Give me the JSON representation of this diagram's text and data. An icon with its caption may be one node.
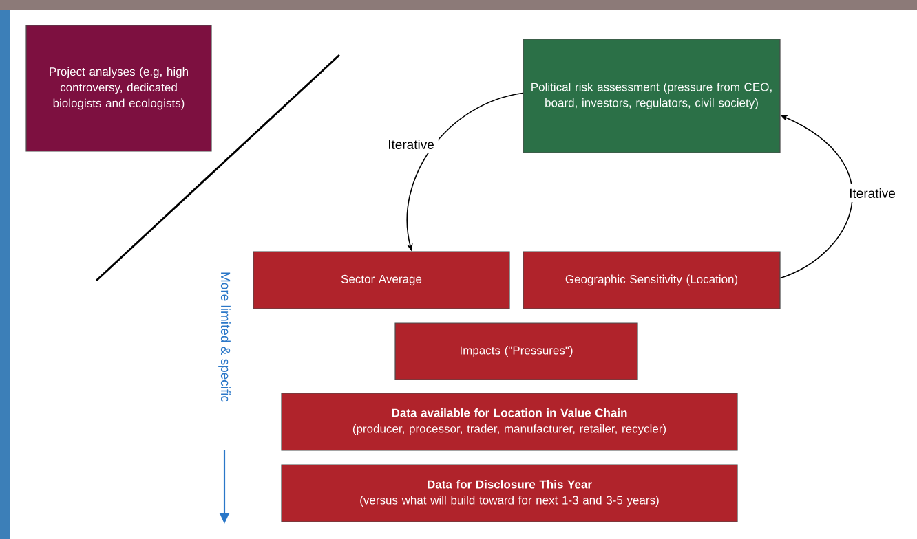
{
  "diagram": {
    "nodes": [
      {
        "text": [
          "Project analyses (e.g, high controversy, dedicated biologists and ecologists)"
        ]
      },
      {
        "text": [
          "Political risk assessment (pressure from CEO, board, investors, regulators, civil society)"
        ]
      },
      {
        "text": [
          "Sector Average"
        ]
      },
      {
        "text": [
          "Geographic Sensitivity (Location)"
        ]
      },
      {
        "text": [
          "Impacts (\"Pressures\")"
        ]
      },
      {
        "text": [
          "Data available for Location in Value Chain",
          "(producer, processor, trader, manufacturer, retailer, recycler)"
        ]
      },
      {
        "text": [
          "Data for Disclosure This Year",
          "(versus what will build toward for next 1-3 and 3-5 years)"
        ]
      }
    ],
    "edges": [
      {
        "from": 1,
        "to": 2,
        "arrow": "to",
        "label": "Iterative"
      },
      {
        "from": 3,
        "to": 1,
        "arrow": "to",
        "label": "Iterative"
      }
    ],
    "labels": [
      "More limited & specific"
    ]
  }
}
